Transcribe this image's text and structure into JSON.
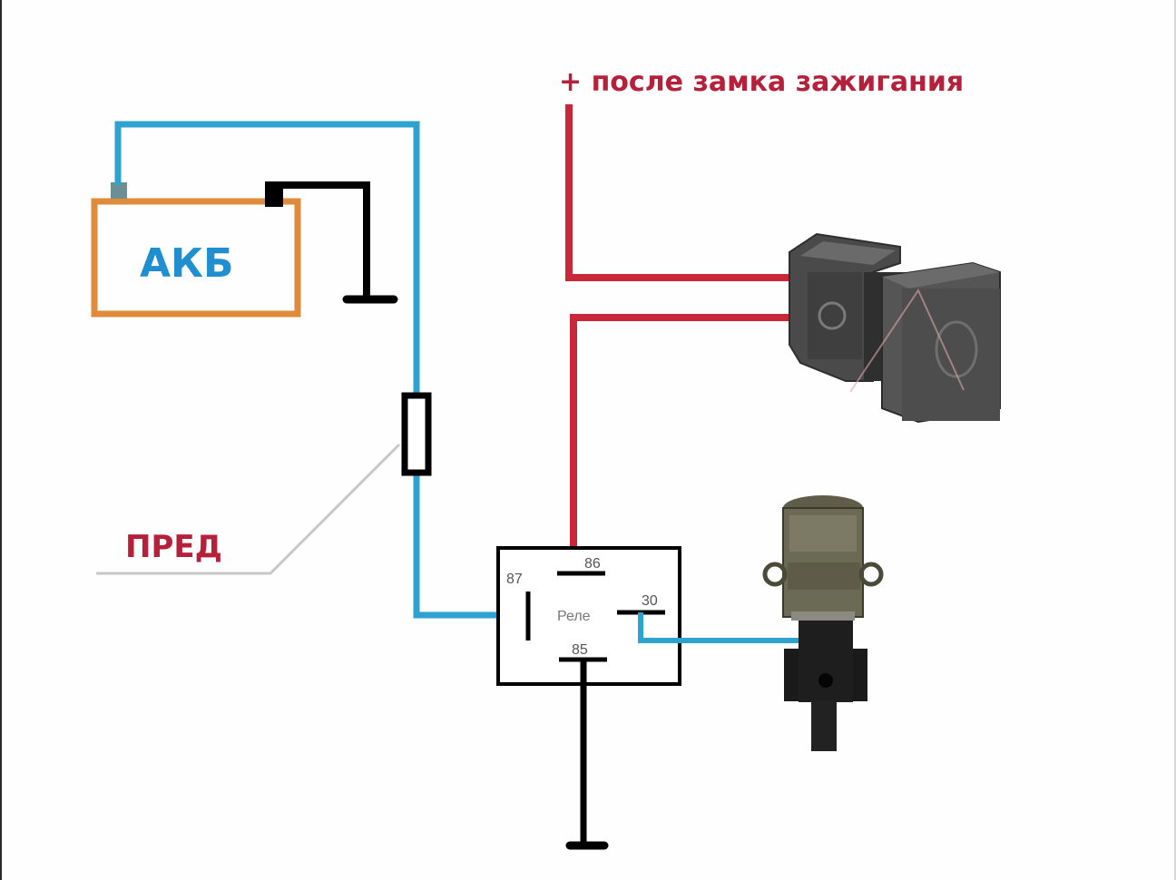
{
  "diagram": {
    "title": "+ после замка зажигания",
    "battery": {
      "label": "АКБ"
    },
    "fuse": {
      "label": "ПРЕД"
    },
    "relay": {
      "label": "Реле",
      "pins": {
        "p86": "86",
        "p87": "87",
        "p30": "30",
        "p85": "85"
      }
    },
    "components": {
      "switch": "button-switch",
      "pump": "washer-pump"
    },
    "colors": {
      "positive_wire": "#c8283a",
      "power_wire": "#2ea3cf",
      "ground_wire": "#000000",
      "battery_outline": "#e08a3c",
      "battery_text": "#1f8fcf",
      "label_red": "#b5213a"
    }
  }
}
